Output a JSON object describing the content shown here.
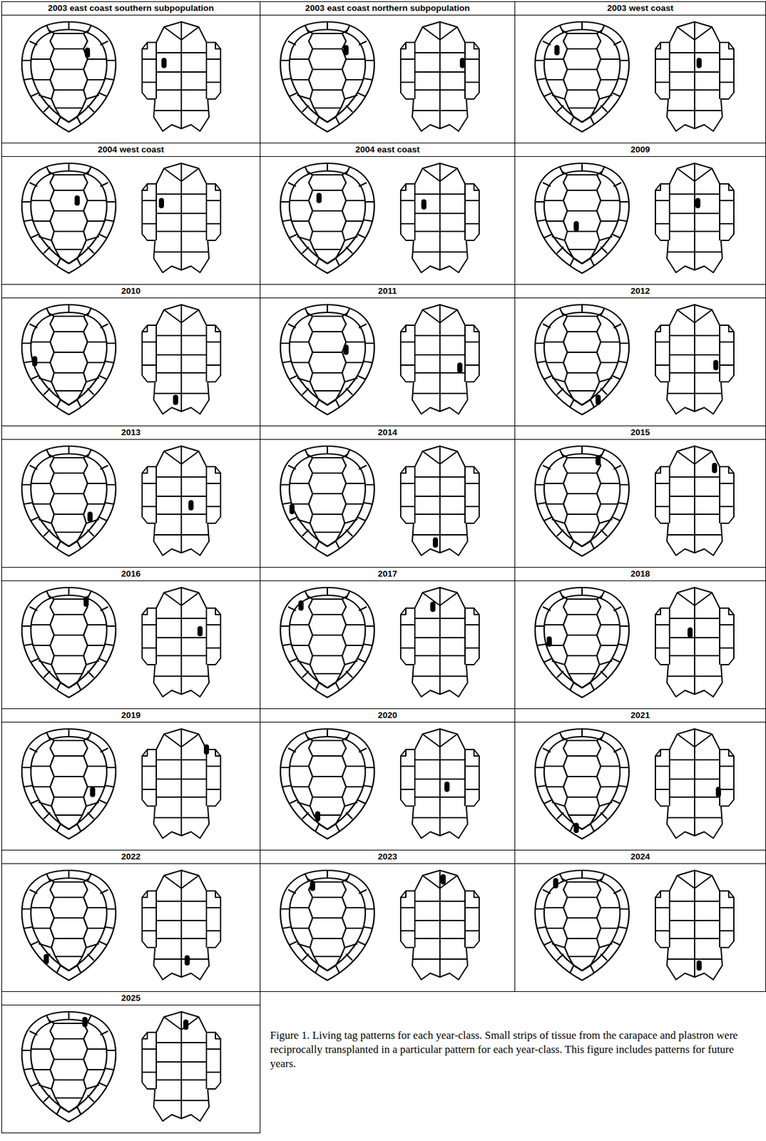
{
  "diagram": {
    "caption": "Figure 1. Living tag patterns for each year-class. Small strips of tissue from the carapace and plastron were reciprocally transplanted in a particular pattern for each year-class. This figure includes patterns for future years.",
    "nodes": [
      {
        "text": [
          "2003 east coast southern subpopulation"
        ]
      },
      {
        "text": [
          "2003 east coast northern subpopulation"
        ]
      },
      {
        "text": [
          "2003 west coast"
        ]
      },
      {
        "text": [
          "2004 west coast"
        ]
      },
      {
        "text": [
          "2004 east coast"
        ]
      },
      {
        "text": [
          "2009"
        ]
      },
      {
        "text": [
          "2010"
        ]
      },
      {
        "text": [
          "2011"
        ]
      },
      {
        "text": [
          "2012"
        ]
      },
      {
        "text": [
          "2013"
        ]
      },
      {
        "text": [
          "2014"
        ]
      },
      {
        "text": [
          "2015"
        ]
      },
      {
        "text": [
          "2016"
        ]
      },
      {
        "text": [
          "2017"
        ]
      },
      {
        "text": [
          "2018"
        ]
      },
      {
        "text": [
          "2019"
        ]
      },
      {
        "text": [
          "2020"
        ]
      },
      {
        "text": [
          "2021"
        ]
      },
      {
        "text": [
          "2022"
        ]
      },
      {
        "text": [
          "2023"
        ]
      },
      {
        "text": [
          "2024"
        ]
      },
      {
        "text": [
          "2025"
        ]
      }
    ]
  }
}
